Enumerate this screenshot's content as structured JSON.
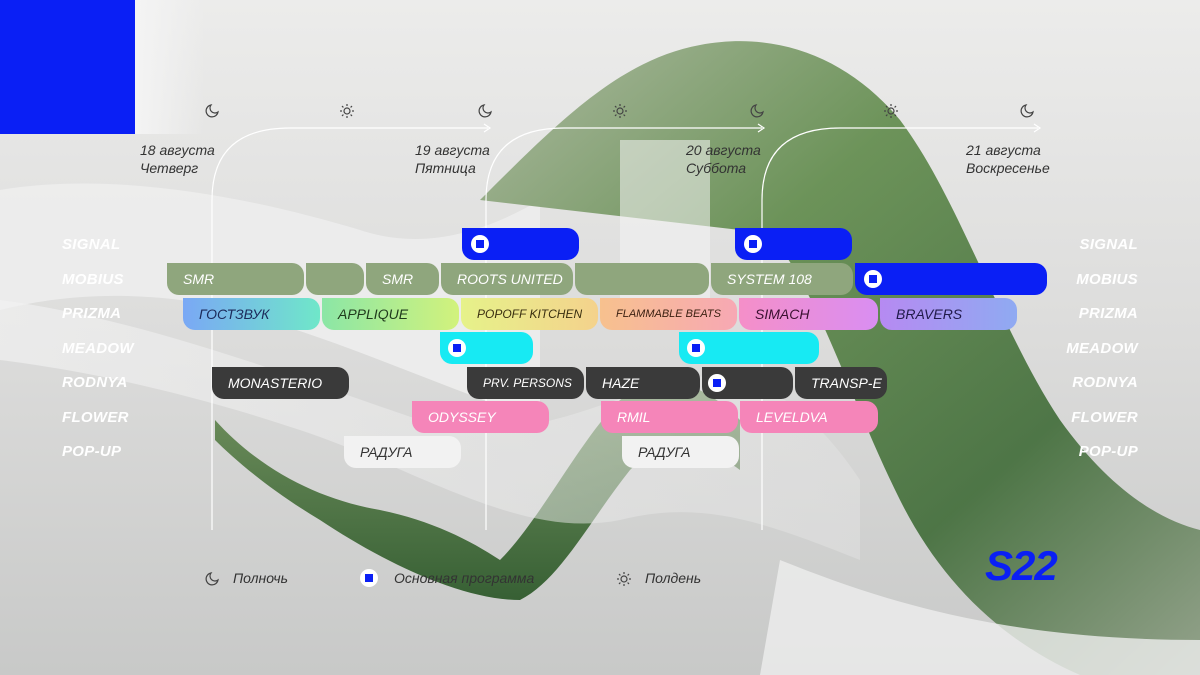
{
  "dates": [
    {
      "date": "18 августа",
      "day": "Четверг"
    },
    {
      "date": "19 августа",
      "day": "Пятница"
    },
    {
      "date": "20 августа",
      "day": "Суббота"
    },
    {
      "date": "21 августа",
      "day": "Воскресенье"
    }
  ],
  "stages": [
    "SIGNAL",
    "MOBIUS",
    "PRIZMA",
    "MEADOW",
    "RODNYA",
    "FLOWER",
    "POP-UP"
  ],
  "timetable": {
    "mobius": [
      "SMR",
      "SMR",
      "ROOTS UNITED",
      "SYSTEM 108"
    ],
    "prizma": [
      "ГОСТЗВУК",
      "APPLIQUE",
      "POPOFF KITCHEN",
      "FLAMMABLE BEATS",
      "SIMACH",
      "BRAVERS"
    ],
    "rodnya": [
      "MONASTERIO",
      "PRV. PERSONS",
      "HAZE",
      "TRANSP-E"
    ],
    "flower": [
      "ODYSSEY",
      "RMIL",
      "LEVELDVA"
    ],
    "popup": [
      "РАДУГА",
      "РАДУГА"
    ]
  },
  "legend": {
    "midnight": "Полночь",
    "main_program": "Основная программа",
    "noon": "Полдень"
  },
  "icons": {
    "midnight": "moon-icon",
    "noon": "sun-icon",
    "main_program": "main-program-marker-icon"
  },
  "brand": {
    "logo": "S22",
    "accent": "#0a1ff5",
    "cyan": "#17eaf3",
    "pink": "#f585b9",
    "green": "#8fa67d"
  }
}
